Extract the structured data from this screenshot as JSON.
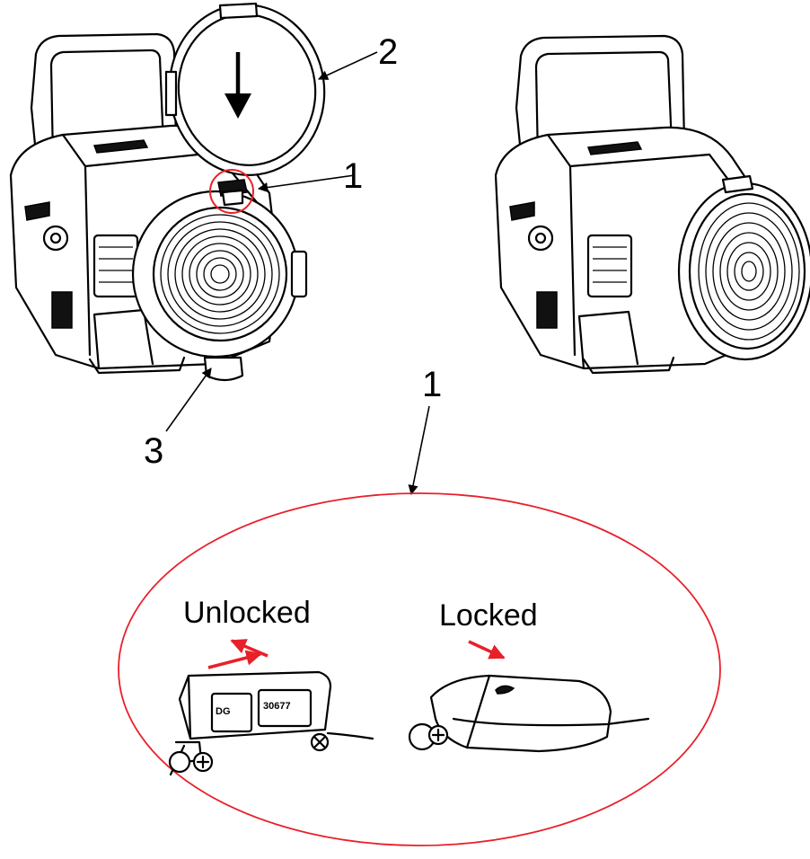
{
  "callouts": {
    "label_1_top": "1",
    "label_2": "2",
    "label_3": "3",
    "label_1_detail": "1"
  },
  "detail": {
    "unlocked_label": "Unlocked",
    "locked_label": "Locked",
    "part_text_left": "DG",
    "part_text_right": "30677"
  },
  "colors": {
    "accent_red": "#e8202a",
    "line": "#000000",
    "fill": "#ffffff"
  }
}
